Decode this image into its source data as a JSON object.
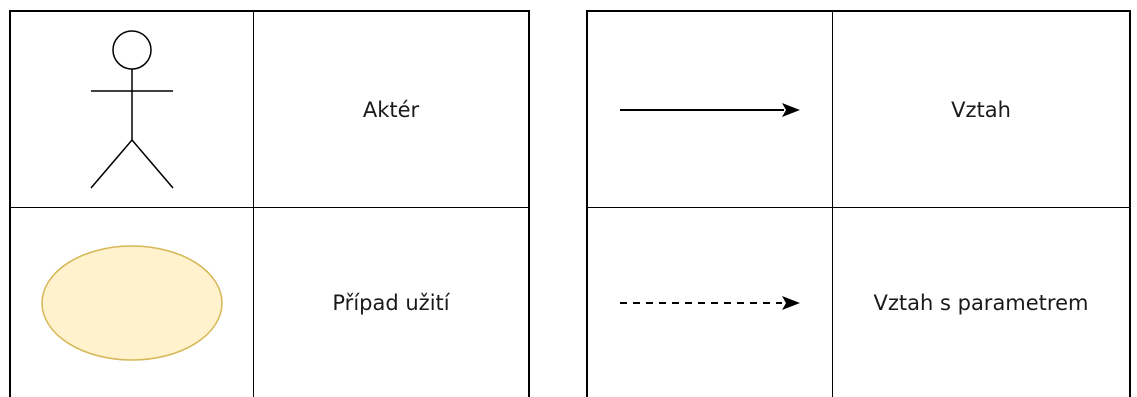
{
  "left_table": {
    "rows": [
      {
        "symbol": "actor-stick-figure",
        "label": "Aktér"
      },
      {
        "symbol": "use-case-ellipse",
        "label": "Případ užití"
      }
    ]
  },
  "right_table": {
    "rows": [
      {
        "symbol": "solid-arrow",
        "label": "Vztah"
      },
      {
        "symbol": "dashed-arrow",
        "label": "Vztah s parametrem"
      }
    ]
  },
  "colors": {
    "border": "#000000",
    "use_case_fill": "#fff2cc",
    "use_case_stroke": "#d6b656"
  }
}
